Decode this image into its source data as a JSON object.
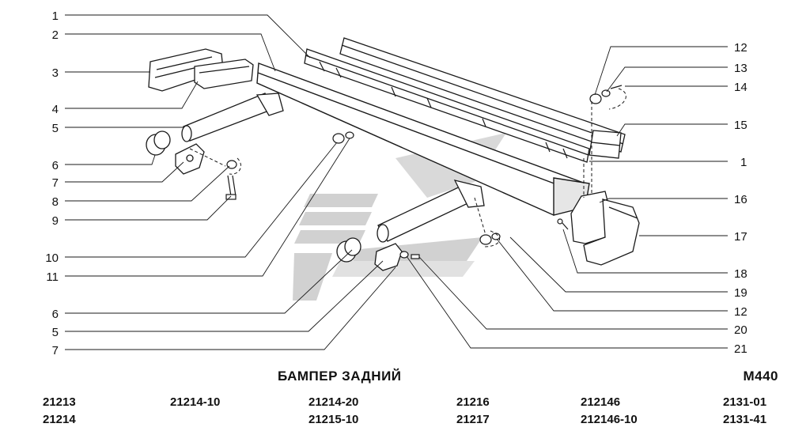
{
  "title": "БАМПЕР ЗАДНИЙ",
  "code": "М440",
  "models": [
    [
      "21213",
      "21214"
    ],
    [
      "21214-10"
    ],
    [
      "21214-20",
      "21215-10"
    ],
    [
      "21216",
      "21217"
    ],
    [
      "212146",
      "212146-10"
    ],
    [
      "2131-01",
      "2131-41"
    ]
  ],
  "callouts_left": [
    "1",
    "2",
    "3",
    "4",
    "5",
    "6",
    "7",
    "8",
    "9",
    "10",
    "11",
    "6",
    "5",
    "7"
  ],
  "callouts_right": [
    "12",
    "13",
    "14",
    "15",
    "1",
    "16",
    "17",
    "18",
    "19",
    "12",
    "20",
    "21"
  ],
  "colors": {
    "line": "#1a1a1a",
    "fill": "#ffffff",
    "shade": "#cfcfcf",
    "watermark": "#9a9a9a"
  }
}
